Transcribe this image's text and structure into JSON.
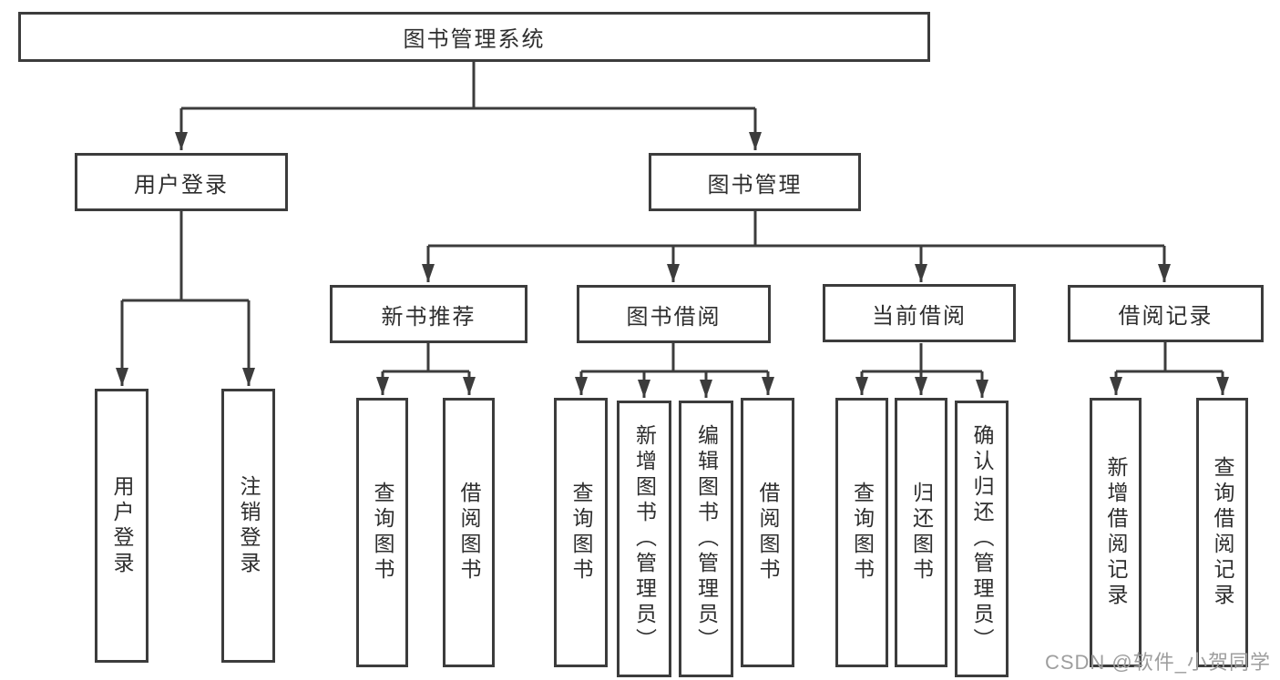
{
  "colors": {
    "line": "#3c3c3c",
    "text": "#2e2e2e",
    "background": "#ffffff",
    "watermark": "#9e9e9e"
  },
  "watermark": "CSDN @软件_小贺同学",
  "tree": {
    "root": "图书管理系统",
    "branches": [
      {
        "label": "用户登录",
        "children": [
          "用户登录",
          "注销登录"
        ]
      },
      {
        "label": "图书管理",
        "groups": [
          {
            "label": "新书推荐",
            "children": [
              "查询图书",
              "借阅图书"
            ]
          },
          {
            "label": "图书借阅",
            "children": [
              "查询图书",
              "新增图书（管理员）",
              "编辑图书（管理员）",
              "借阅图书"
            ]
          },
          {
            "label": "当前借阅",
            "children": [
              "查询图书",
              "归还图书",
              "确认归还（管理员）"
            ]
          },
          {
            "label": "借阅记录",
            "children": [
              "新增借阅记录",
              "查询借阅记录"
            ]
          }
        ]
      }
    ]
  }
}
